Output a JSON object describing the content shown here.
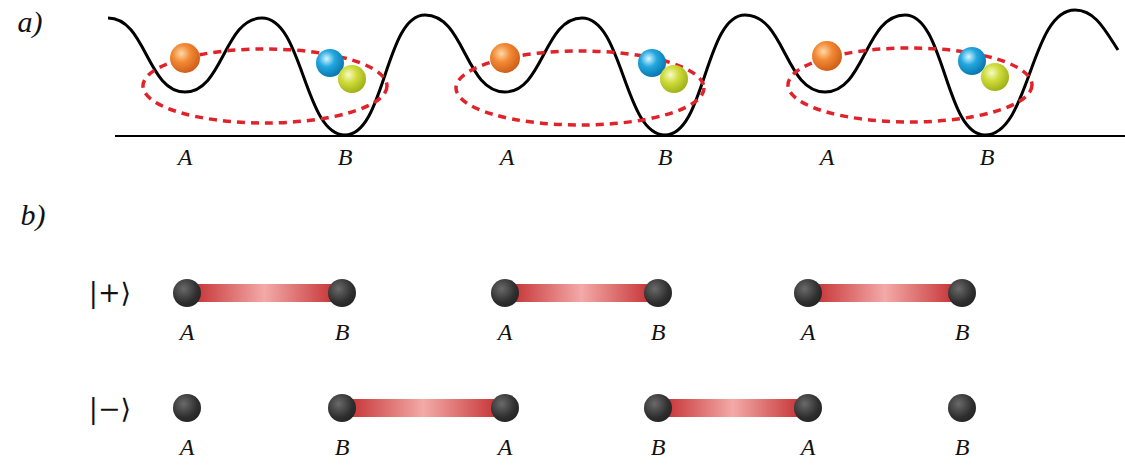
{
  "diagram": {
    "nodes": [
      {
        "text": [
          "A"
        ]
      },
      {
        "text": [
          "B"
        ]
      },
      {
        "text": [
          "A"
        ]
      },
      {
        "text": [
          "B"
        ]
      },
      {
        "text": [
          "A"
        ]
      },
      {
        "text": [
          "B"
        ]
      },
      {
        "text": [
          "A"
        ]
      },
      {
        "text": [
          "B"
        ]
      },
      {
        "text": [
          "A"
        ]
      },
      {
        "text": [
          "B"
        ]
      },
      {
        "text": [
          "A"
        ]
      },
      {
        "text": [
          "B"
        ]
      }
    ],
    "edges": [
      {
        "from": 0,
        "to": 1,
        "arrow": "none"
      },
      {
        "from": 2,
        "to": 3,
        "arrow": "none"
      },
      {
        "from": 4,
        "to": 5,
        "arrow": "none"
      },
      {
        "from": 7,
        "to": 8,
        "arrow": "none"
      },
      {
        "from": 9,
        "to": 10,
        "arrow": "none"
      }
    ],
    "labels": [
      "a)",
      "A",
      "B",
      "A",
      "B",
      "A",
      "B",
      "b)",
      "|+⟩",
      "|−⟩"
    ]
  }
}
